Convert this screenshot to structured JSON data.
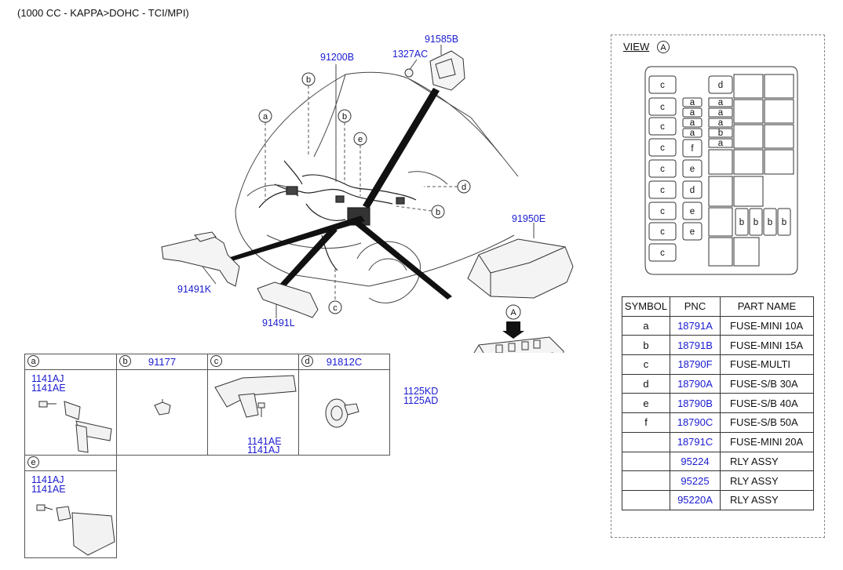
{
  "page": {
    "title": "(1000 CC - KAPPA>DOHC - TCI/MPI)"
  },
  "callouts": {
    "harness": "91200B",
    "relay_bracket": "91585B",
    "relay_bolt": "1327AC",
    "fuse_cover": "91950E",
    "front_protector": "91491K",
    "rear_protector": "91491L",
    "bolt_1": "1125KD",
    "bolt_2": "1125AD",
    "view_marker": "A"
  },
  "diagram_markers": [
    "a",
    "b",
    "b",
    "e",
    "d",
    "b",
    "c"
  ],
  "details": [
    {
      "symbol": "a",
      "pnc": "",
      "labels": [
        "1141AJ",
        "1141AE"
      ]
    },
    {
      "symbol": "b",
      "pnc": "91177",
      "labels": []
    },
    {
      "symbol": "c",
      "pnc": "",
      "labels": [
        "1141AE",
        "1141AJ"
      ]
    },
    {
      "symbol": "d",
      "pnc": "91812C",
      "labels": []
    },
    {
      "symbol": "e",
      "pnc": "",
      "labels": [
        "1141AJ",
        "1141AE"
      ]
    }
  ],
  "view": {
    "title": "VIEW",
    "marker": "A",
    "left_column": [
      "c",
      "c",
      "c",
      "c",
      "c",
      "c",
      "c",
      "c",
      "c"
    ],
    "mid_small": [
      "a",
      "a",
      "a",
      "a"
    ],
    "mid_large": [
      "f",
      "e",
      "d",
      "e",
      "e"
    ],
    "right_top": "d",
    "right_small": [
      "a",
      "a",
      "a",
      "b",
      "a"
    ],
    "bottom_row": [
      "b",
      "b",
      "b",
      "b"
    ]
  },
  "parts_table": {
    "headers": [
      "SYMBOL",
      "PNC",
      "PART NAME"
    ],
    "rows": [
      {
        "symbol": "a",
        "pnc": "18791A",
        "name": "FUSE-MINI 10A"
      },
      {
        "symbol": "b",
        "pnc": "18791B",
        "name": "FUSE-MINI 15A"
      },
      {
        "symbol": "c",
        "pnc": "18790F",
        "name": "FUSE-MULTI"
      },
      {
        "symbol": "d",
        "pnc": "18790A",
        "name": "FUSE-S/B 30A"
      },
      {
        "symbol": "e",
        "pnc": "18790B",
        "name": "FUSE-S/B 40A"
      },
      {
        "symbol": "f",
        "pnc": "18790C",
        "name": "FUSE-S/B 50A"
      },
      {
        "symbol": "",
        "pnc": "18791C",
        "name": "FUSE-MINI 20A"
      },
      {
        "symbol": "",
        "pnc": "95224",
        "name": "RLY ASSY"
      },
      {
        "symbol": "",
        "pnc": "95225",
        "name": "RLY ASSY"
      },
      {
        "symbol": "",
        "pnc": "95220A",
        "name": "RLY ASSY"
      }
    ]
  },
  "colors": {
    "link": "#1a1ad0",
    "line": "#333333"
  }
}
